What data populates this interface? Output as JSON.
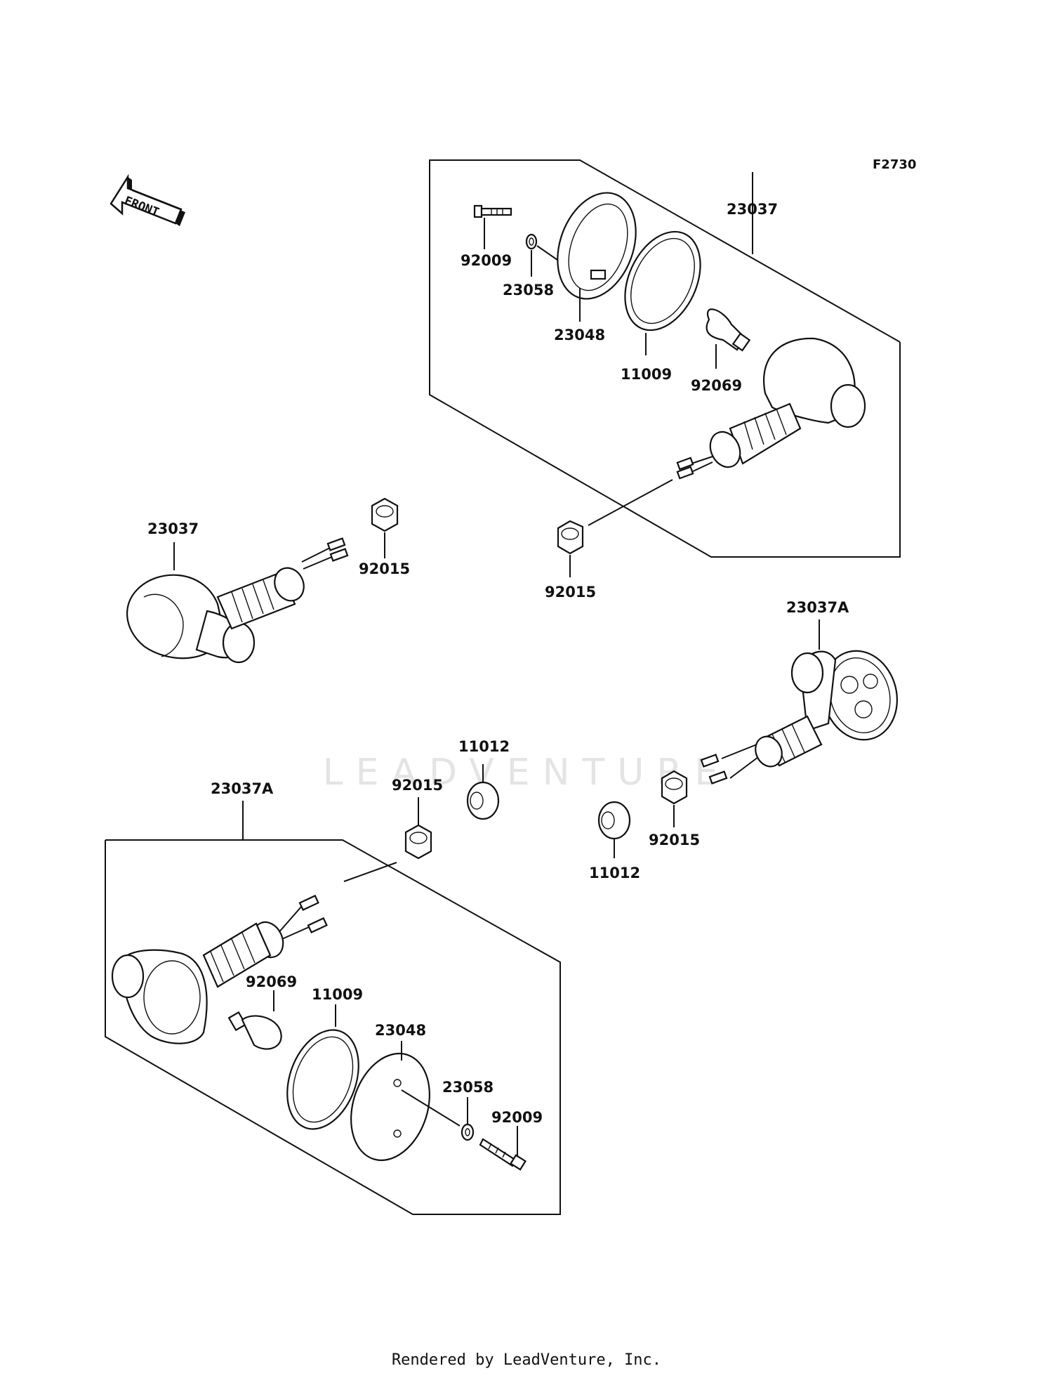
{
  "figure_code": "F2730",
  "front_arrow_label": "FRONT",
  "watermark": "LEADVENTURE",
  "footer": "Rendered by LeadVenture, Inc.",
  "labels": {
    "top_assembly": "23037",
    "top_bolt": "92009",
    "top_washer": "23058",
    "top_rim": "23048",
    "top_gasket": "11009",
    "top_bulb": "92069",
    "top_nut": "92015",
    "left_signal": "23037",
    "left_nut": "92015",
    "right_signal": "23037A",
    "right_nut": "92015",
    "right_spacer": "11012",
    "center_spacer": "11012",
    "bottom_nut": "92015",
    "bottom_assembly": "23037A",
    "bottom_bulb": "92069",
    "bottom_gasket": "11009",
    "bottom_rim": "23048",
    "bottom_washer": "23058",
    "bottom_bolt": "92009"
  }
}
